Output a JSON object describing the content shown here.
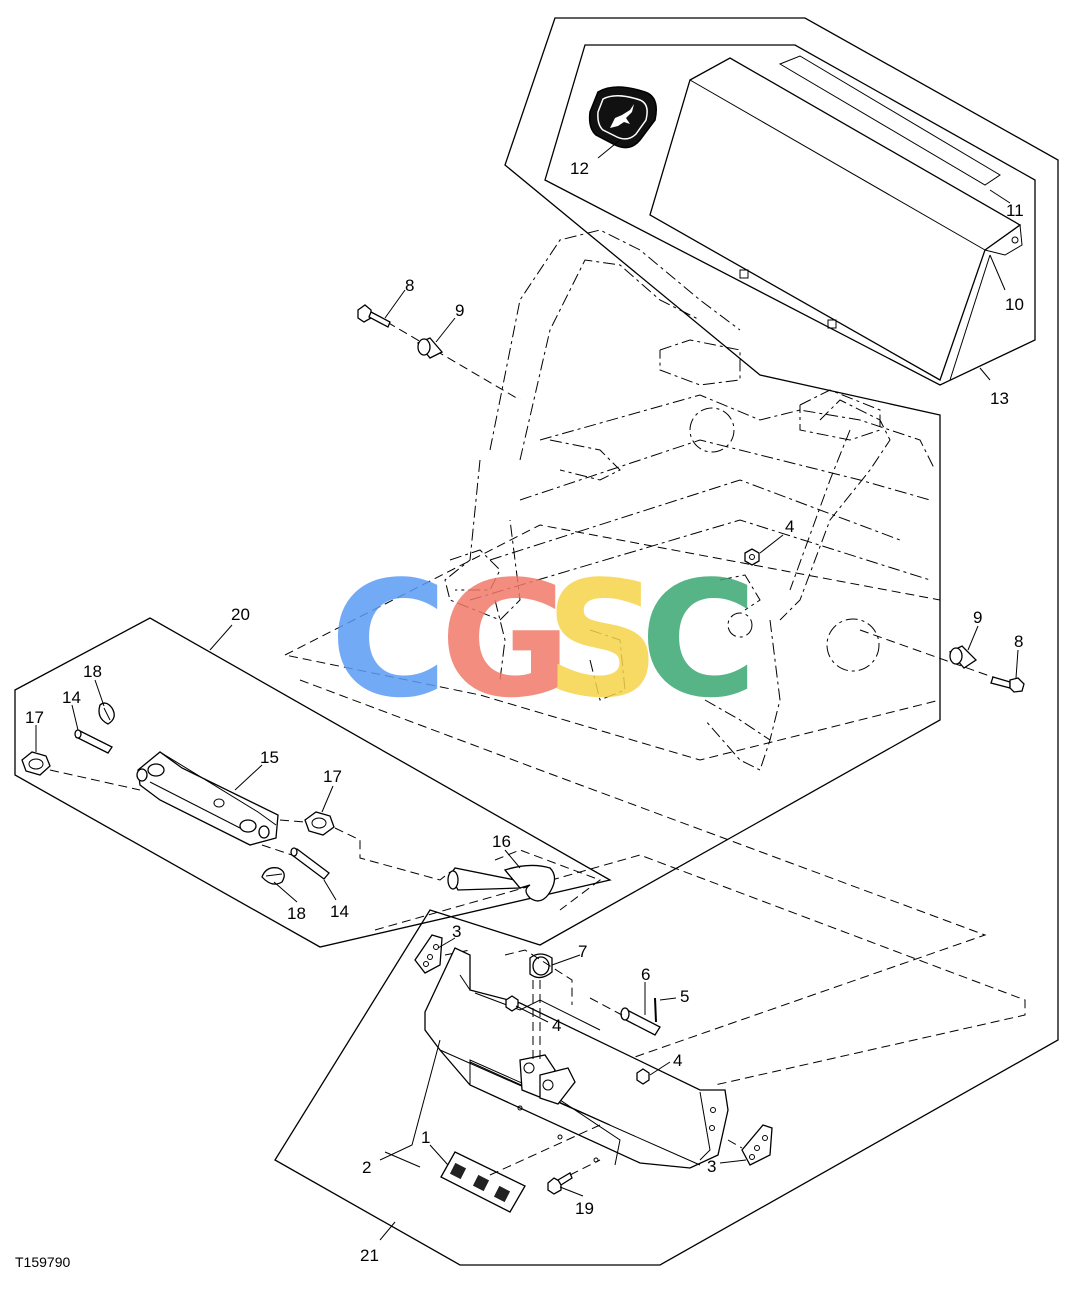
{
  "figure_id": "T159790",
  "watermark": {
    "letters": [
      "C",
      "G",
      "S",
      "C"
    ],
    "colors": [
      "#5b9cf5",
      "#f07a6a",
      "#f6d44a",
      "#3aa873"
    ]
  },
  "callouts": {
    "c1": "1",
    "c2": "2",
    "c3a": "3",
    "c3b": "3",
    "c4a": "4",
    "c4b": "4",
    "c4c": "4",
    "c5": "5",
    "c6": "6",
    "c7": "7",
    "c8a": "8",
    "c8b": "8",
    "c9a": "9",
    "c9b": "9",
    "c10": "10",
    "c11": "11",
    "c12": "12",
    "c13": "13",
    "c14a": "14",
    "c14b": "14",
    "c15": "15",
    "c16": "16",
    "c17a": "17",
    "c17b": "17",
    "c18a": "18",
    "c18b": "18",
    "c19": "19",
    "c20": "20",
    "c21": "21"
  },
  "icons": {
    "logo": "deer-emblem-icon"
  }
}
